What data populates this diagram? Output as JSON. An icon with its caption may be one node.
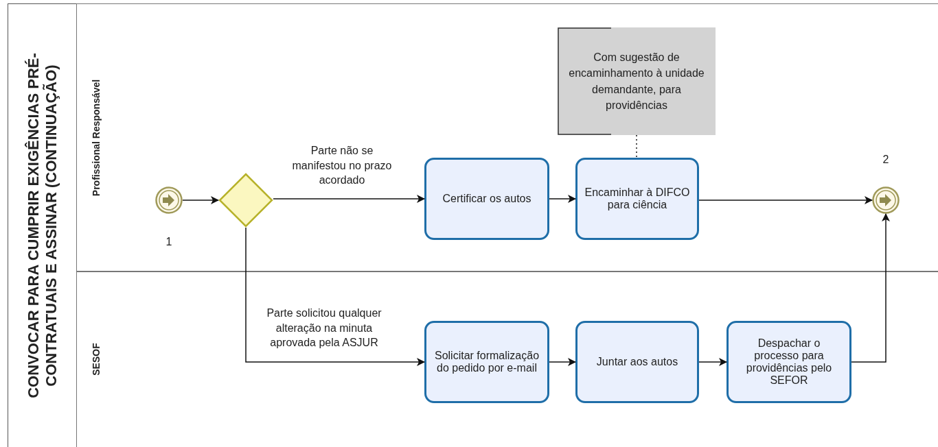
{
  "diagram": {
    "nodes": [
      {
        "text": [
          "CONVOCAR PARA CUMPRIR EXIGÊNCIAS PRÉ-CONTRATUAIS E ASSINAR (CONTINUAÇÃO)"
        ]
      },
      {
        "text": [
          "Profissional Responsável"
        ],
        "in": 0
      },
      {
        "text": [
          "SESOF"
        ],
        "in": 0
      },
      {
        "text": [],
        "shape": "circle",
        "beside": [
          "1"
        ],
        "in": 1
      },
      {
        "text": [],
        "shape": "diamond",
        "in": 1
      },
      {
        "text": [
          "Com sugestão de encaminhamento à unidade demandante, para providências"
        ],
        "in": 1
      },
      {
        "text": [
          "Certificar os autos"
        ],
        "in": 1
      },
      {
        "text": [
          "Encaminhar à DIFCO para ciência"
        ],
        "in": 1
      },
      {
        "text": [],
        "shape": "circle",
        "beside": [
          "2"
        ],
        "in": 1
      },
      {
        "text": [
          "Solicitar formalização do pedido por e-mail"
        ],
        "in": 2
      },
      {
        "text": [
          "Juntar aos autos"
        ],
        "in": 2
      },
      {
        "text": [
          "Despachar o processo para providências pelo SEFOR"
        ],
        "in": 2
      }
    ],
    "edges": [
      {
        "from": 3,
        "to": 4,
        "arrow": "to"
      },
      {
        "from": 4,
        "to": 6,
        "arrow": "to",
        "label": "Parte não se manifestou no prazo acordado"
      },
      {
        "from": 4,
        "to": 9,
        "arrow": "to",
        "label": "Parte solicitou qualquer alteração na minuta aprovada pela ASJUR"
      },
      {
        "from": 6,
        "to": 7,
        "arrow": "to"
      },
      {
        "from": 7,
        "to": 8,
        "arrow": "to"
      },
      {
        "from": 9,
        "to": 10,
        "arrow": "to"
      },
      {
        "from": 10,
        "to": 11,
        "arrow": "to"
      },
      {
        "from": 11,
        "to": 8,
        "arrow": "to"
      },
      {
        "from": 5,
        "to": 7,
        "arrow": "none",
        "style": "dashed"
      }
    ]
  }
}
